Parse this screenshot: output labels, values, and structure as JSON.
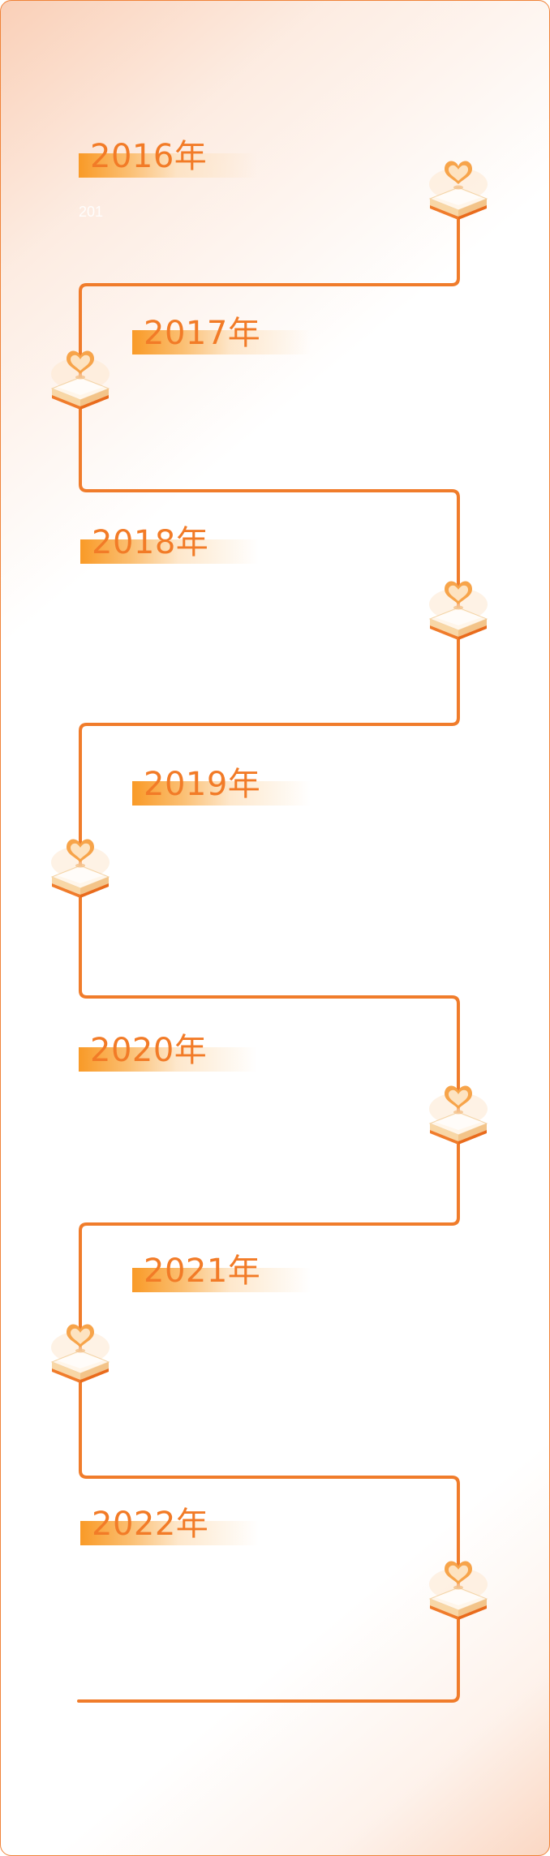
{
  "timeline": {
    "faint_text": "201",
    "items": [
      {
        "year": "2016年",
        "icon": "heart-gift-box-icon"
      },
      {
        "year": "2017年",
        "icon": "heart-gift-box-icon"
      },
      {
        "year": "2018年",
        "icon": "heart-gift-box-icon"
      },
      {
        "year": "2019年",
        "icon": "heart-gift-box-icon"
      },
      {
        "year": "2020年",
        "icon": "heart-gift-box-icon"
      },
      {
        "year": "2021年",
        "icon": "heart-gift-box-icon"
      },
      {
        "year": "2022年",
        "icon": "heart-gift-box-icon"
      }
    ]
  },
  "colors": {
    "accent": "#f27b27",
    "line": "#f07c2b",
    "border": "#f0843a",
    "corner_glow": "#f6b088"
  }
}
